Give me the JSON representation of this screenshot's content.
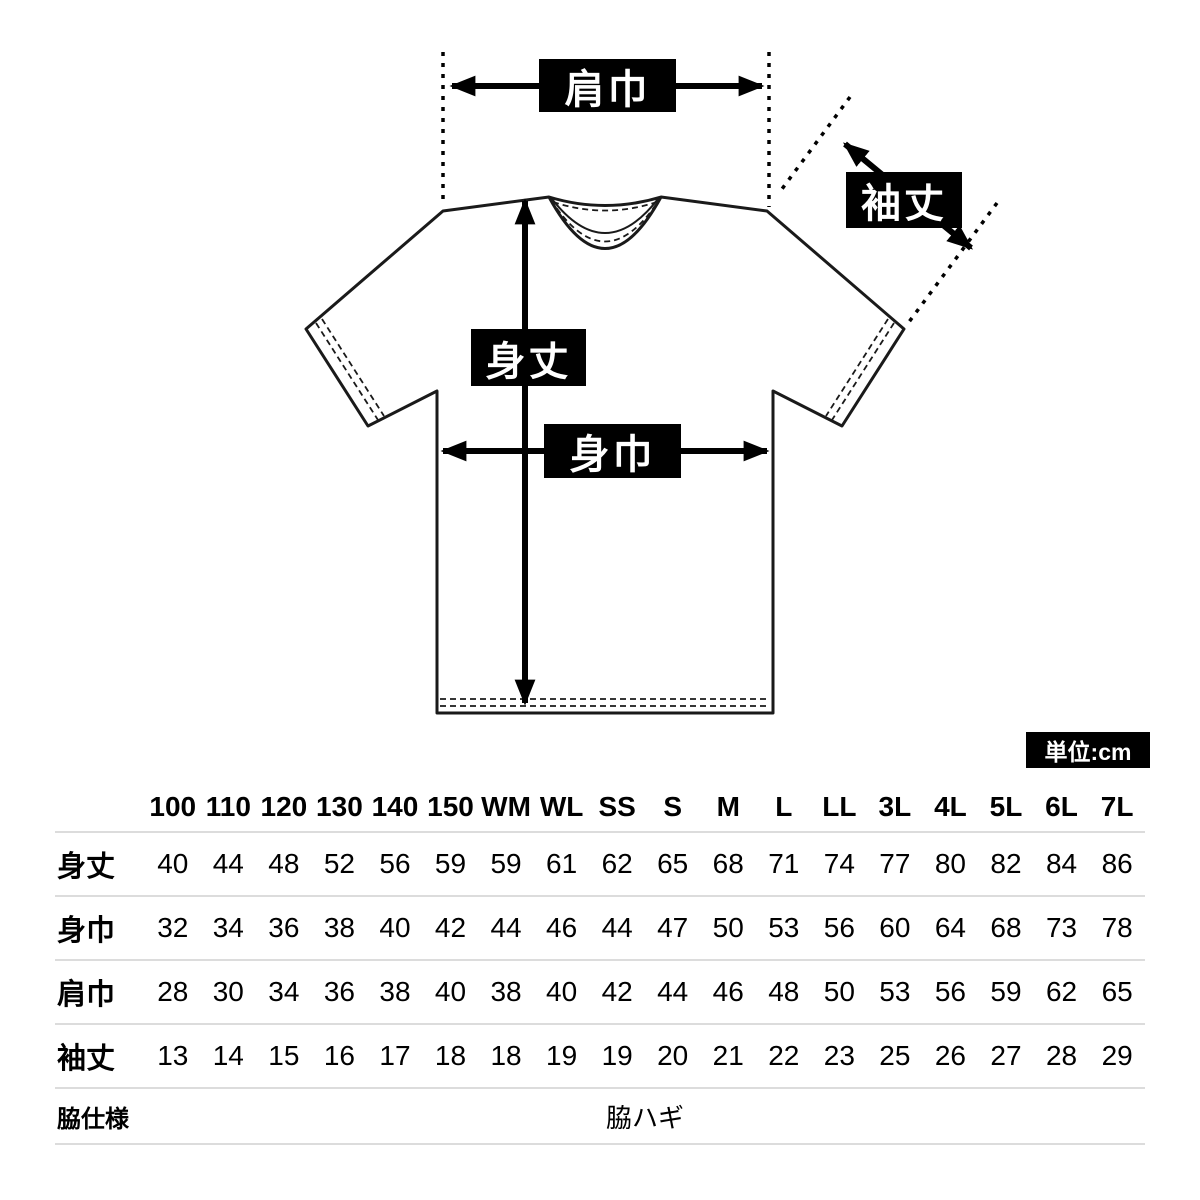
{
  "page": {
    "background": "#ffffff"
  },
  "diagram": {
    "labels": {
      "shoulder_width": "肩巾",
      "sleeve_length": "袖丈",
      "body_length": "身丈",
      "body_width": "身巾"
    },
    "unit_badge": "単位:cm"
  },
  "size_table": {
    "columns": [
      "100",
      "110",
      "120",
      "130",
      "140",
      "150",
      "WM",
      "WL",
      "SS",
      "S",
      "M",
      "L",
      "LL",
      "3L",
      "4L",
      "5L",
      "6L",
      "7L"
    ],
    "rows": [
      {
        "label": "身丈",
        "values": [
          "40",
          "44",
          "48",
          "52",
          "56",
          "59",
          "59",
          "61",
          "62",
          "65",
          "68",
          "71",
          "74",
          "77",
          "80",
          "82",
          "84",
          "86"
        ]
      },
      {
        "label": "身巾",
        "values": [
          "32",
          "34",
          "36",
          "38",
          "40",
          "42",
          "44",
          "46",
          "44",
          "47",
          "50",
          "53",
          "56",
          "60",
          "64",
          "68",
          "73",
          "78"
        ]
      },
      {
        "label": "肩巾",
        "values": [
          "28",
          "30",
          "34",
          "36",
          "38",
          "40",
          "38",
          "40",
          "42",
          "44",
          "46",
          "48",
          "50",
          "53",
          "56",
          "59",
          "62",
          "65"
        ]
      },
      {
        "label": "袖丈",
        "values": [
          "13",
          "14",
          "15",
          "16",
          "17",
          "18",
          "18",
          "19",
          "19",
          "20",
          "21",
          "22",
          "23",
          "25",
          "26",
          "27",
          "28",
          "29"
        ]
      }
    ],
    "footer": {
      "label": "脇仕様",
      "value": "脇ハギ"
    }
  },
  "colors": {
    "label_bg": "#000000",
    "label_text": "#ffffff",
    "outline": "#1a1a1a",
    "divider": "#dcdcdc"
  }
}
